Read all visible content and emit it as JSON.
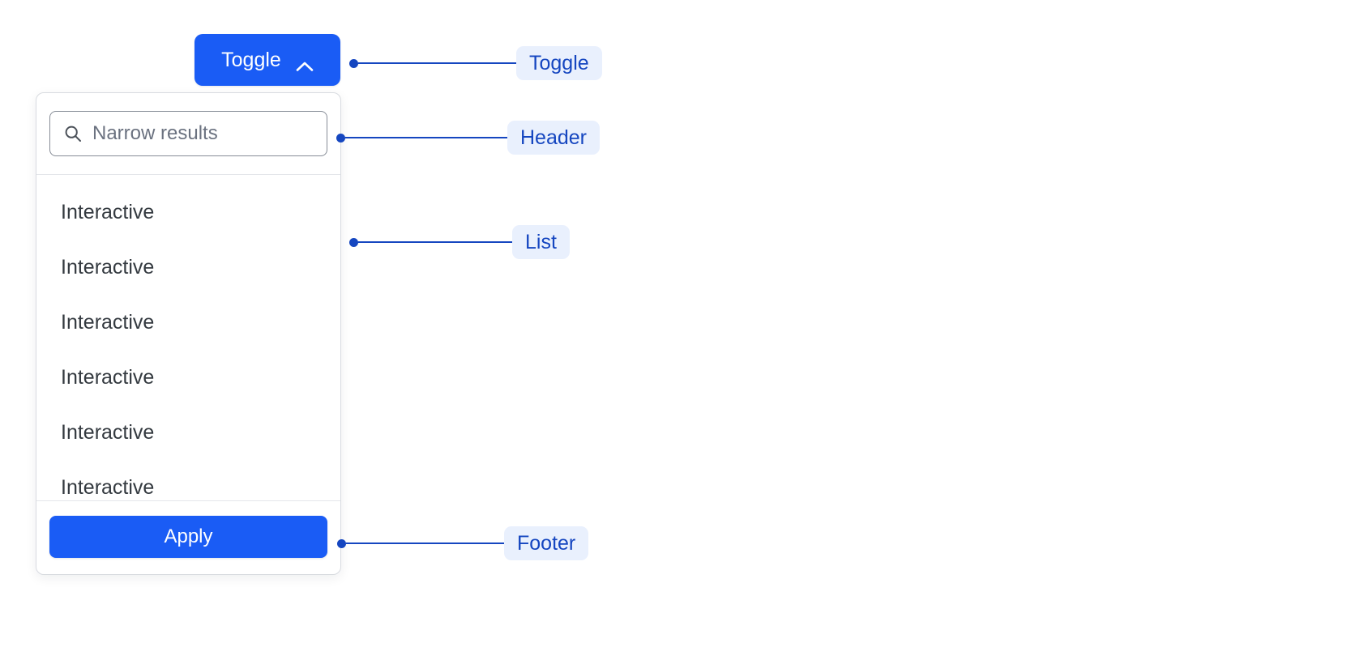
{
  "toggle": {
    "label": "Toggle",
    "icon": "chevron-up-icon",
    "background": "#1a5cf5",
    "text_color": "#ffffff"
  },
  "panel": {
    "header": {
      "search": {
        "icon": "search-icon",
        "placeholder": "Narrow results",
        "value": ""
      }
    },
    "list": {
      "items": [
        {
          "label": "Interactive"
        },
        {
          "label": "Interactive"
        },
        {
          "label": "Interactive"
        },
        {
          "label": "Interactive"
        },
        {
          "label": "Interactive"
        },
        {
          "label": "Interactive"
        }
      ]
    },
    "footer": {
      "apply_label": "Apply",
      "apply_background": "#1a5cf5"
    }
  },
  "annotations": [
    {
      "label": "Toggle",
      "line_length": 195
    },
    {
      "label": "Header",
      "line_length": 200
    },
    {
      "label": "List",
      "line_length": 190
    },
    {
      "label": "Footer",
      "line_length": 195
    }
  ],
  "theme": {
    "accent": "#1a5cf5",
    "annotation_text": "#1546c0",
    "annotation_background": "#e9f0fd",
    "panel_border": "#d8dbe0",
    "list_text": "#343a40",
    "placeholder_text": "#6b7280",
    "page_background": "#ffffff"
  }
}
